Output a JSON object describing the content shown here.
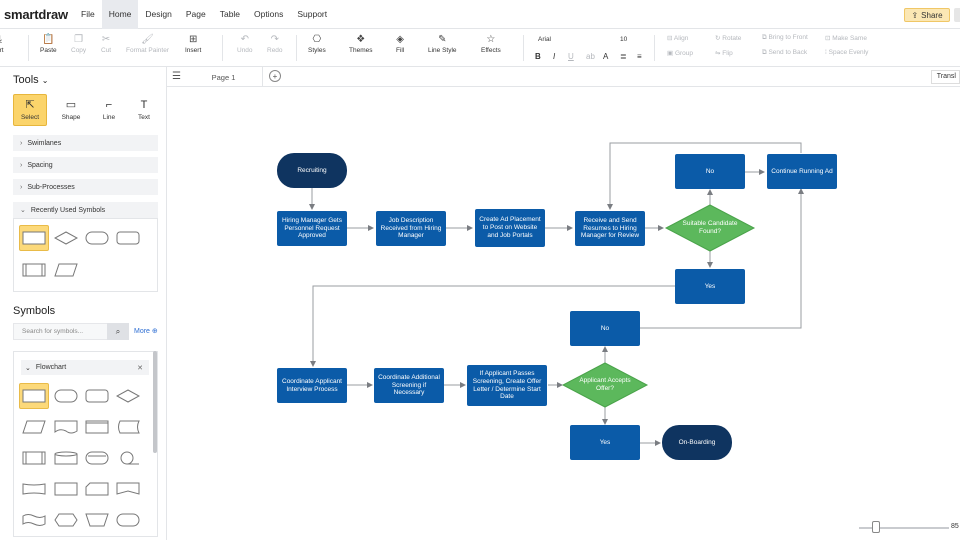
{
  "app": {
    "logo": "smartdraw"
  },
  "menu": [
    "File",
    "Home",
    "Design",
    "Page",
    "Table",
    "Options",
    "Support"
  ],
  "share_label": "Share",
  "ribbon": {
    "export": "ort",
    "paste": "Paste",
    "copy": "Copy",
    "cut": "Cut",
    "format_painter": "Format Painter",
    "insert": "Insert",
    "undo": "Undo",
    "redo": "Redo",
    "styles": "Styles",
    "themes": "Themes",
    "fill": "Fill",
    "line_style": "Line Style",
    "effects": "Effects",
    "font": "Arial",
    "font_size": "10",
    "align": "Align",
    "group": "Group",
    "rotate": "Rotate",
    "flip": "Flip",
    "bring_front": "Bring to Front",
    "send_back": "Send to Back",
    "make_same": "Make Same",
    "space_evenly": "Space Evenly"
  },
  "left": {
    "tools_title": "Tools",
    "tools": [
      "Select",
      "Shape",
      "Line",
      "Text"
    ],
    "sections": [
      "Swimlanes",
      "Spacing",
      "Sub-Processes",
      "Recently Used Symbols"
    ],
    "symbols_title": "Symbols",
    "search_placeholder": "Search for symbols...",
    "more_label": "More",
    "flowchart_label": "Flowchart"
  },
  "page_tab": "Page 1",
  "trans_label": "Transl",
  "zoom_label": "85",
  "flow": {
    "recruiting": "Recruiting",
    "hm_request": "Hiring Manager Gets Personnel Request Approved",
    "job_desc": "Job Description Received from Hiring Manager",
    "create_ad": "Create Ad Placement to Post on Website and Job Portals",
    "receive_send": "Receive and Send Resumes to Hiring Manager for Review",
    "suitable": "Suitable Candidate Found?",
    "no1": "No",
    "continue_ad": "Continue Running Ad",
    "yes1": "Yes",
    "coord_interview": "Coordinate Applicant Interview Process",
    "coord_screening": "Coordinate Additional Screening if Necessary",
    "passes": "If Applicant Passes Screening, Create Offer Letter / Determine Start Date",
    "accepts": "Applicant Accepts Offer?",
    "no2": "No",
    "yes2": "Yes",
    "onboarding": "On-Boarding"
  }
}
